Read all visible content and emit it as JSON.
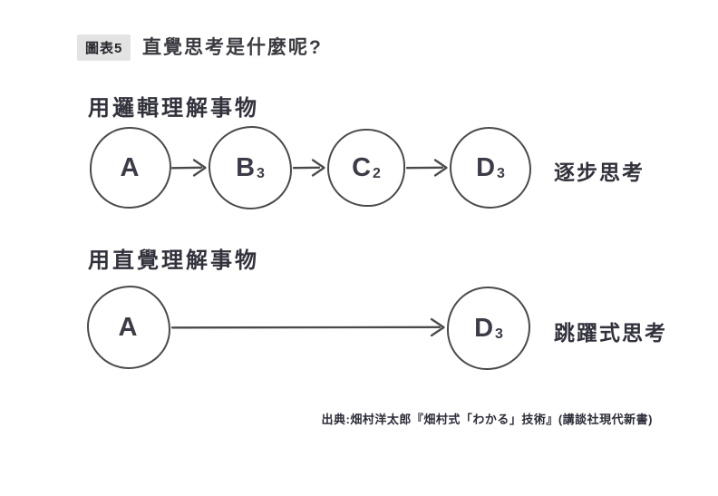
{
  "colors": {
    "page_bg": "#ffffff",
    "badge_bg": "#e3e3e3",
    "badge_text": "#26262e",
    "title_text": "#3a3a40",
    "hand_text": "#32323c",
    "node_text": "#3c3c48",
    "stroke": "#4a4a4a",
    "source_text": "#2d2d3a"
  },
  "header": {
    "badge": "圖表5",
    "title": "直覺思考是什麼呢?"
  },
  "diagram": {
    "rows": [
      {
        "label": "用邏輯理解事物",
        "result_label": "逐步思考",
        "nodes": [
          {
            "letter": "A",
            "sub": ""
          },
          {
            "letter": "B",
            "sub": "3"
          },
          {
            "letter": "C",
            "sub": "2"
          },
          {
            "letter": "D",
            "sub": "3"
          }
        ]
      },
      {
        "label": "用直覺理解事物",
        "result_label": "跳躍式思考",
        "nodes": [
          {
            "letter": "A",
            "sub": ""
          },
          {
            "letter": "D",
            "sub": "3"
          }
        ]
      }
    ]
  },
  "source": "出典:畑村洋太郎『畑村式「わかる」技術』(講談社現代新書)"
}
